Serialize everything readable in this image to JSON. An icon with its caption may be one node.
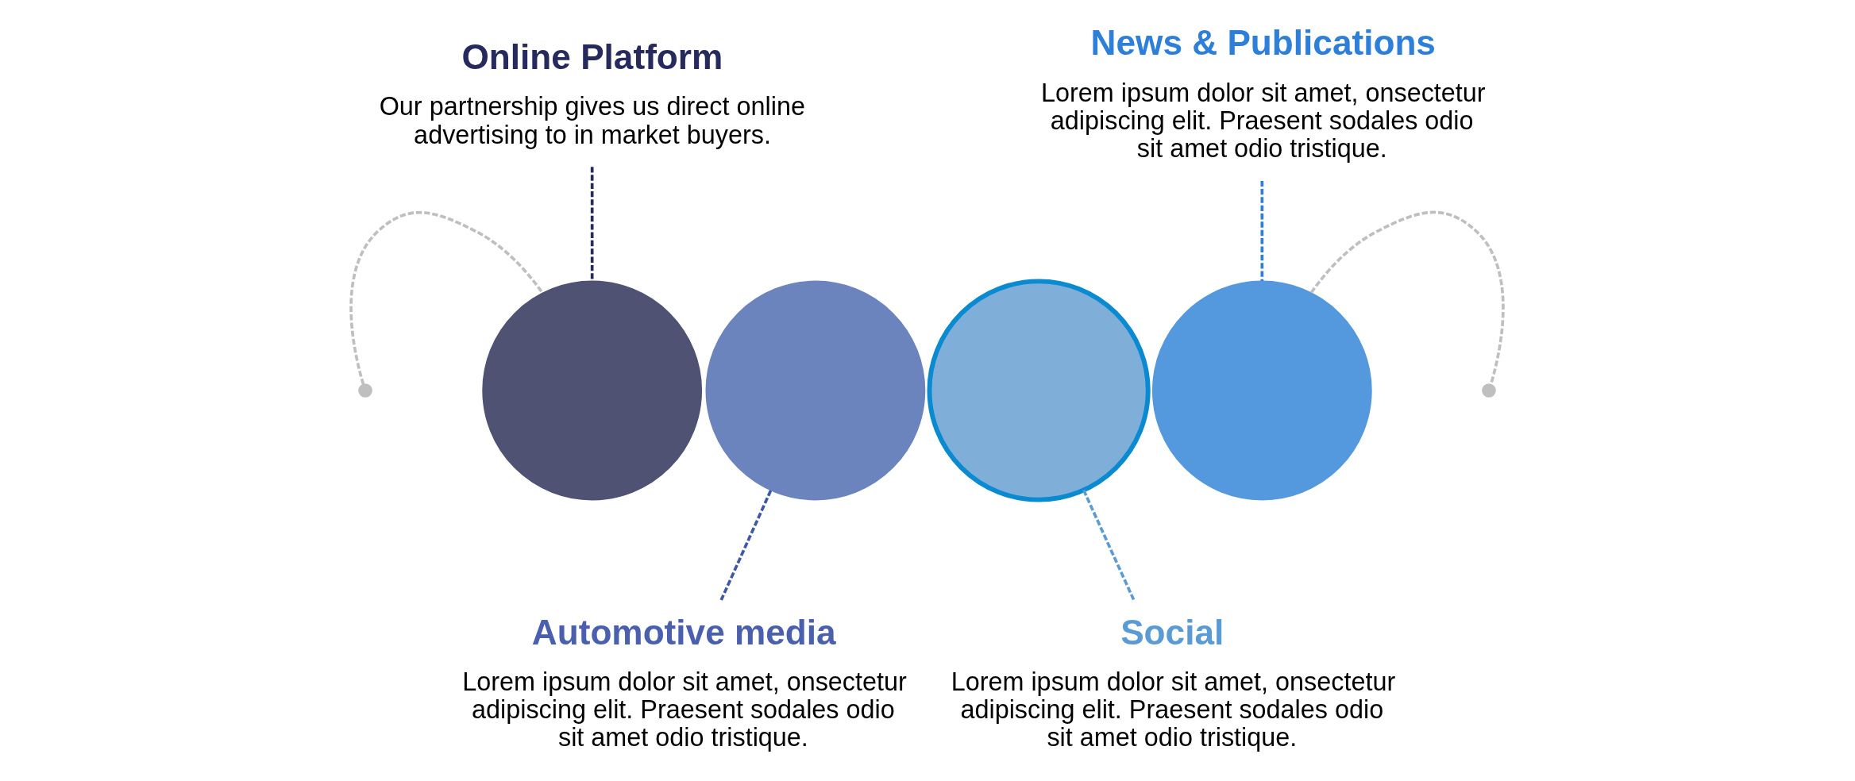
{
  "diagram": {
    "nodes": [
      {
        "text": [
          "Online Platform",
          "Our partnership gives us direct online advertising to in market buyers."
        ]
      },
      {
        "text": [
          "News & Publications",
          "Lorem ipsum dolor sit amet, onsectetur adipiscing elit. Praesent sodales odio sit amet odio tristique."
        ]
      },
      {
        "text": [],
        "shape": "circle"
      },
      {
        "text": [],
        "shape": "circle"
      },
      {
        "text": [],
        "shape": "circle"
      },
      {
        "text": [],
        "shape": "circle"
      },
      {
        "text": [],
        "shape": "circle"
      },
      {
        "text": [],
        "shape": "circle"
      },
      {
        "text": [
          "Automotive media",
          "Lorem ipsum dolor sit amet, onsectetur adipiscing elit. Praesent sodales odio sit amet odio tristique."
        ]
      },
      {
        "text": [
          "Social",
          "Lorem ipsum dolor sit amet, onsectetur adipiscing elit. Praesent sodales odio sit amet odio tristique."
        ]
      }
    ],
    "edges": [
      {
        "from": 0,
        "to": 3,
        "arrow": "none",
        "style": "dashed",
        "color": "#262a5c"
      },
      {
        "from": 1,
        "to": 6,
        "arrow": "none",
        "style": "dashed",
        "color": "#2e7fd9"
      },
      {
        "from": 2,
        "to": 3,
        "arrow": "none",
        "style": "dashed",
        "color": "#bfbfbf"
      },
      {
        "from": 6,
        "to": 7,
        "arrow": "none",
        "style": "dashed",
        "color": "#bfbfbf"
      },
      {
        "from": 8,
        "to": 4,
        "arrow": "none",
        "style": "dashed",
        "color": "#3f57a8"
      },
      {
        "from": 9,
        "to": 5,
        "arrow": "none",
        "style": "dashed",
        "color": "#5b9bd5"
      }
    ]
  }
}
